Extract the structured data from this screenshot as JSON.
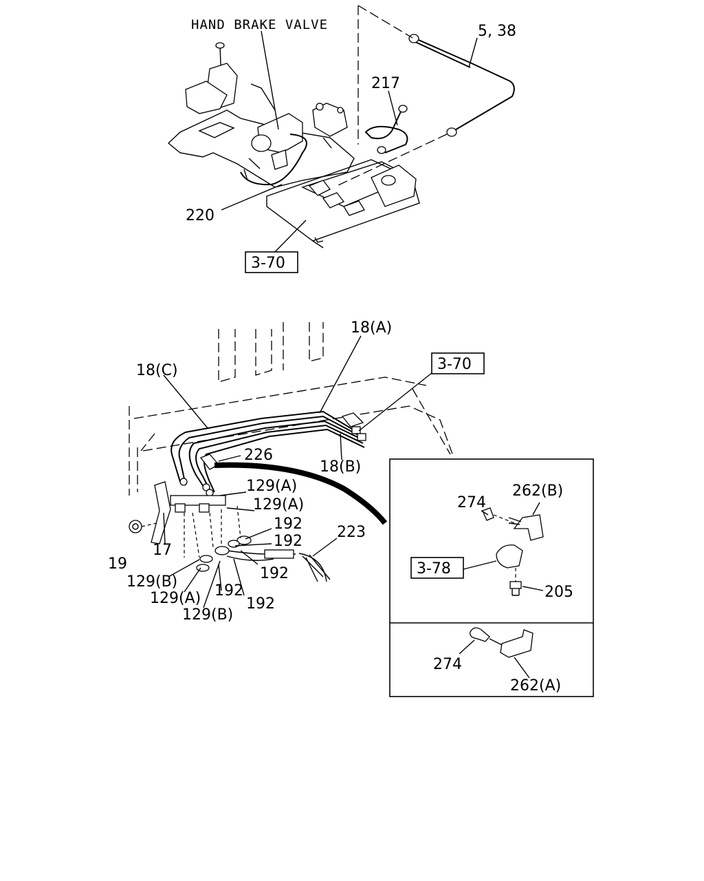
{
  "top_assembly": {
    "hand_brake_valve": "HAND BRAKE VALVE",
    "pipe_5_38": "5, 38",
    "pipe_217": "217",
    "pipe_220": "220",
    "ref_box": "3-70"
  },
  "lower_assembly": {
    "pipe_18a": "18(A)",
    "pipe_18b": "18(B)",
    "pipe_18c": "18(C)",
    "ref_box": "3-70",
    "part_226": "226",
    "hose_223": "223",
    "nut_19": "19",
    "bracket_17": "17",
    "labels_129a": [
      "129(A)",
      "129(A)",
      "129(A)"
    ],
    "labels_129b": [
      "129(B)",
      "129(B)"
    ],
    "labels_192": [
      "192",
      "192",
      "192",
      "192",
      "192"
    ]
  },
  "detail_inset": {
    "upper": {
      "bolt_274": "274",
      "clip_262b": "262(B)",
      "ref_box": "3-78",
      "bolt_205": "205"
    },
    "lower": {
      "bolt_274": "274",
      "clip_262a": "262(A)"
    }
  }
}
